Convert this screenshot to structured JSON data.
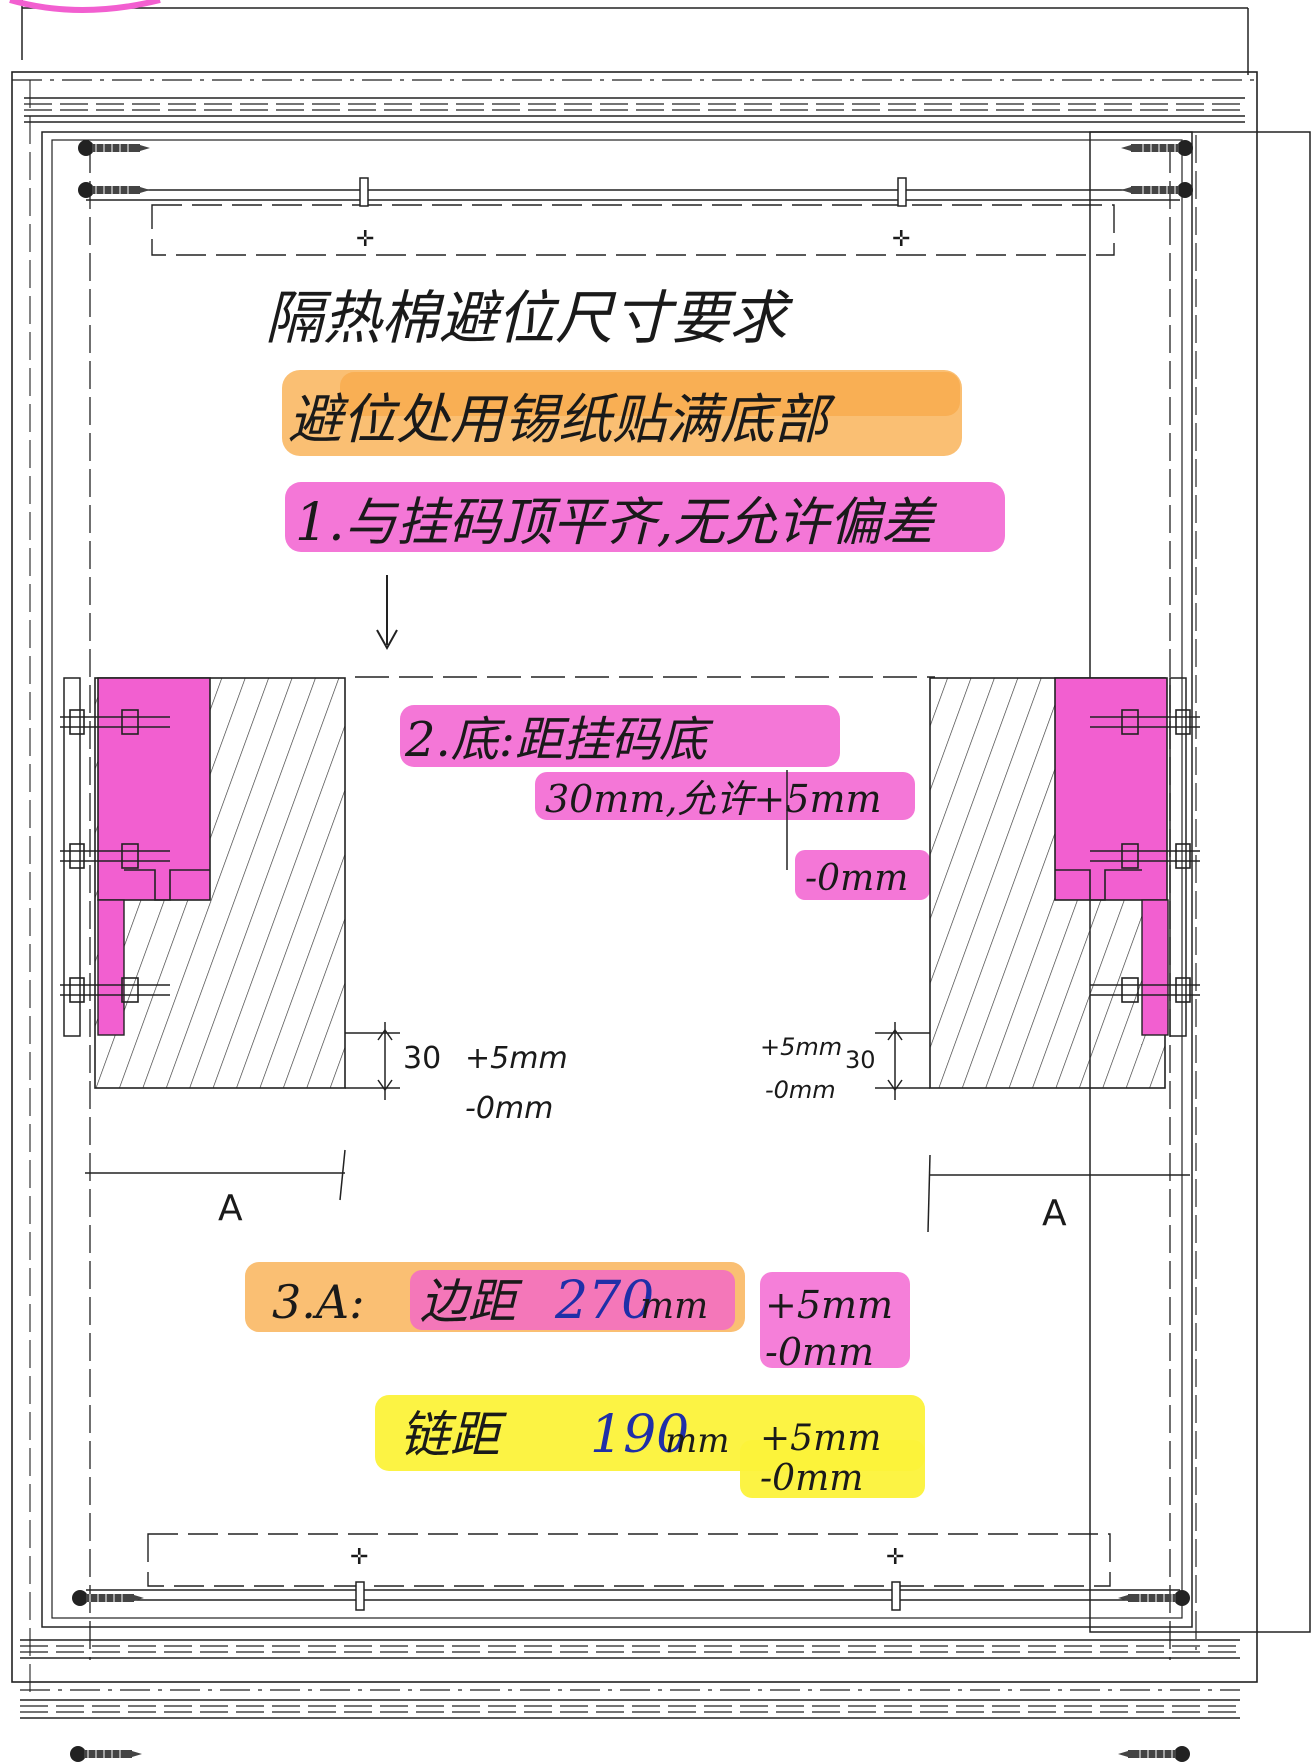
{
  "colors": {
    "paper": "#ffffff",
    "ink": "#1a1a1a",
    "pink": "#f25fd0",
    "orange": "#f9b45a",
    "yellow": "#fcf23a",
    "blue": "#1f2fa8"
  },
  "notes": {
    "title": "隔热棉避位尺寸要求",
    "note_top": "避位处用锡纸贴满底部",
    "note1": "1.与挂码顶平齐,无允许偏差",
    "note2_line1": "2.底:距挂码底",
    "note2_line2": "30mm,允许+5mm",
    "note2_line3": "-0mm",
    "note3_prefix": "3.A:",
    "note3_label": "边距",
    "note3_value": "270",
    "note3_unit": "mm",
    "note3_tol_plus": "+5mm",
    "note3_tol_minus": "-0mm",
    "note4_label": "链距",
    "note4_value": "190",
    "note4_unit": "mm",
    "note4_tol_plus": "+5mm",
    "note4_tol_minus": "-0mm"
  },
  "dimensions": {
    "left_value": "30",
    "left_plus": "+5mm",
    "left_minus": "-0mm",
    "right_value": "30",
    "right_plus": "+5mm",
    "right_minus": "-0mm",
    "a_left": "A",
    "a_right": "A"
  }
}
